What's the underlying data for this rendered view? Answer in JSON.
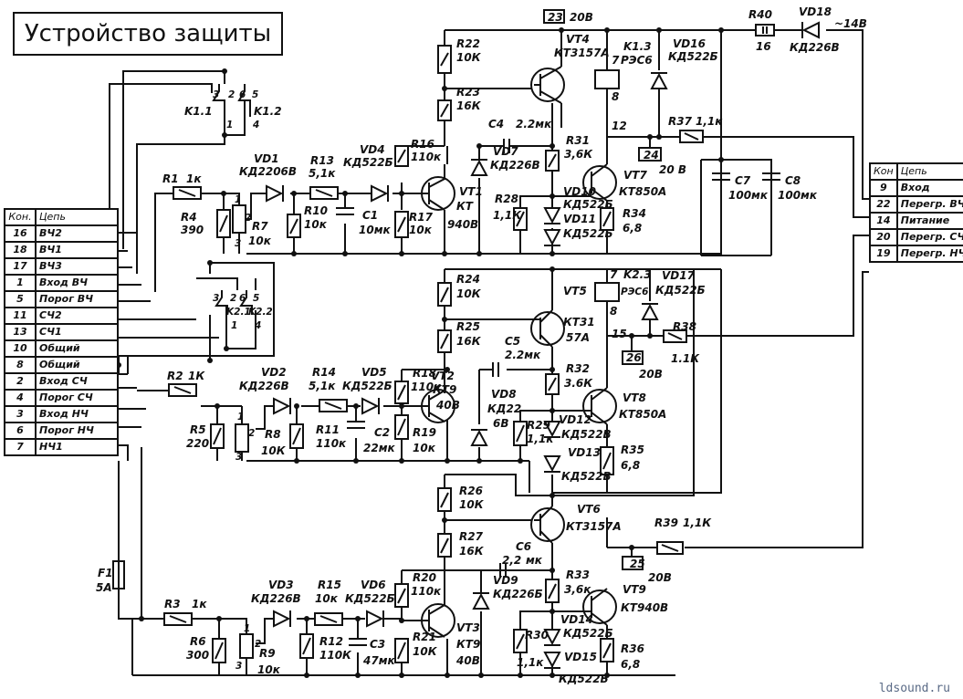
{
  "title": "Устройство защиты",
  "watermark": "ldsound.ru",
  "left_connector": {
    "headers": [
      "Кон.",
      "Цепь"
    ],
    "rows": [
      [
        "16",
        "ВЧ2"
      ],
      [
        "18",
        "ВЧ1"
      ],
      [
        "17",
        "ВЧ3"
      ],
      [
        "1",
        "Вход ВЧ"
      ],
      [
        "5",
        "Порог ВЧ"
      ],
      [
        "11",
        "СЧ2"
      ],
      [
        "13",
        "СЧ1"
      ],
      [
        "10",
        "Общий"
      ],
      [
        "8",
        "Общий"
      ],
      [
        "2",
        "Вход СЧ"
      ],
      [
        "4",
        "Порог СЧ"
      ],
      [
        "3",
        "Вход НЧ"
      ],
      [
        "6",
        "Порог НЧ"
      ],
      [
        "7",
        "НЧ1"
      ]
    ]
  },
  "right_connector": {
    "headers": [
      "Кон",
      "Цепь"
    ],
    "rows": [
      [
        "9",
        "Вход"
      ],
      [
        "22",
        "Перегр. ВЧ"
      ],
      [
        "14",
        "Питание"
      ],
      [
        "20",
        "Перегр. СЧ"
      ],
      [
        "19",
        "Перегр. НЧ"
      ]
    ]
  },
  "components": {
    "K1_1": "K1.1",
    "K1_2": "K1.2",
    "K1_pins": [
      "3",
      "2",
      "6",
      "5",
      "1",
      "4"
    ],
    "K2_1": "K2.1",
    "K2_2": "K2.2",
    "K2_pins": [
      "3",
      "2",
      "6",
      "5",
      "1",
      "4"
    ],
    "R1": [
      "R1",
      "1к"
    ],
    "R4": [
      "R4",
      "390"
    ],
    "R7": [
      "R7",
      "10к"
    ],
    "VD1": [
      "VD1",
      "КД2206В"
    ],
    "R13": [
      "R13",
      "5,1к"
    ],
    "R10": [
      "R10",
      "10к"
    ],
    "C1": [
      "C1",
      "10мк"
    ],
    "VD4": [
      "VD4",
      "КД522Б"
    ],
    "R16": [
      "R16",
      "110к"
    ],
    "R17": [
      "R17",
      "10к"
    ],
    "VT1": [
      "VT1",
      "КТ",
      "940В"
    ],
    "R22": [
      "R22",
      "10К"
    ],
    "R23": [
      "R23",
      "16К"
    ],
    "VT4": [
      "VT4",
      "КТ3157А"
    ],
    "C4": [
      "C4",
      "2.2мк"
    ],
    "VD7": [
      "VD7",
      "КД226В"
    ],
    "R31": [
      "R31",
      "3,6К"
    ],
    "R28": [
      "R28",
      "1,1К"
    ],
    "VD10": [
      "VD10",
      "КД522Б"
    ],
    "VD11": [
      "VD11",
      "КД522Б"
    ],
    "VT7": [
      "VT7",
      "КТ850А"
    ],
    "R34": [
      "R34",
      "6,8"
    ],
    "K1_3": [
      "K1.3",
      "РЭС6"
    ],
    "K1_3_pins": [
      "7",
      "8",
      "12"
    ],
    "VD16": [
      "VD16",
      "КД522Б"
    ],
    "R37": [
      "R37",
      "1,1к"
    ],
    "T23": [
      "23",
      "20В"
    ],
    "T24": [
      "24",
      "20 В"
    ],
    "R40": [
      "R40",
      "16"
    ],
    "VD18": [
      "VD18",
      "КД226В"
    ],
    "supply": "~14В",
    "C7": [
      "C7",
      "100мк"
    ],
    "C8": [
      "C8",
      "100мк"
    ],
    "R24": [
      "R24",
      "10К"
    ],
    "R25": [
      "R25",
      "16К"
    ],
    "VT5": [
      "VT5",
      "КТ31",
      "57А"
    ],
    "C5": [
      "C5",
      "2.2мк"
    ],
    "R32": [
      "R32",
      "3.6К"
    ],
    "K2_3": [
      "K2.3",
      "РЭС6"
    ],
    "K2_3_pins": [
      "7",
      "8",
      "15"
    ],
    "VD17": [
      "VD17",
      "КД522Б"
    ],
    "R38": [
      "R38",
      "1.1К"
    ],
    "T26": [
      "26",
      "20В"
    ],
    "R2": [
      "R2",
      "1К"
    ],
    "R5": [
      "R5",
      "220"
    ],
    "R8": [
      "R8",
      "10К"
    ],
    "VD2": [
      "VD2",
      "КД226В"
    ],
    "R14": [
      "R14",
      "5,1к"
    ],
    "R11": [
      "R11",
      "110к"
    ],
    "VD5": [
      "VD5",
      "КД522Б"
    ],
    "C2": [
      "C2",
      "22мк"
    ],
    "R18": [
      "R18",
      "110к"
    ],
    "R19": [
      "R19",
      "10к"
    ],
    "VT2": [
      "VT2",
      "КТ9",
      "40В"
    ],
    "VD8": [
      "VD8",
      "КД22",
      "6В"
    ],
    "R29": [
      "R29",
      "1,1к"
    ],
    "VD12": [
      "VD12",
      "КД522В"
    ],
    "VD13": [
      "VD13",
      "КД522В"
    ],
    "VT8": [
      "VT8",
      "КТ850А"
    ],
    "R35": [
      "R35",
      "6,8"
    ],
    "R26": [
      "R26",
      "10К"
    ],
    "R27": [
      "R27",
      "16К"
    ],
    "VT6": [
      "VT6",
      "КТ3157А"
    ],
    "C6": [
      "C6",
      "2,2",
      "мк"
    ],
    "R39": [
      "R39",
      "1,1К"
    ],
    "T25": [
      "25",
      "20В"
    ],
    "F1": [
      "F1",
      "5А"
    ],
    "R3": [
      "R3",
      "1к"
    ],
    "R6": [
      "R6",
      "300"
    ],
    "R9": [
      "R9",
      "10к"
    ],
    "VD3": [
      "VD3",
      "КД226В"
    ],
    "R15": [
      "R15",
      "10к"
    ],
    "R12": [
      "R12",
      "110К"
    ],
    "VD6": [
      "VD6",
      "КД522Б"
    ],
    "C3": [
      "C3",
      "47мк"
    ],
    "R20": [
      "R20",
      "110к"
    ],
    "R21": [
      "R21",
      "10К"
    ],
    "VT3": [
      "VT3",
      "КТ9",
      "40В"
    ],
    "VD9": [
      "VD9",
      "КД226Б"
    ],
    "R33": [
      "R33",
      "3,6к"
    ],
    "R30": [
      "R30",
      "1,1к"
    ],
    "VD14": [
      "VD14",
      "КД522Б"
    ],
    "VD15": [
      "VD15",
      "КД522Б"
    ],
    "VT9": [
      "VT9",
      "КТ940В"
    ],
    "R36": [
      "R36",
      "6,8"
    ],
    "pot_pins": [
      "1",
      "2",
      "3"
    ]
  }
}
